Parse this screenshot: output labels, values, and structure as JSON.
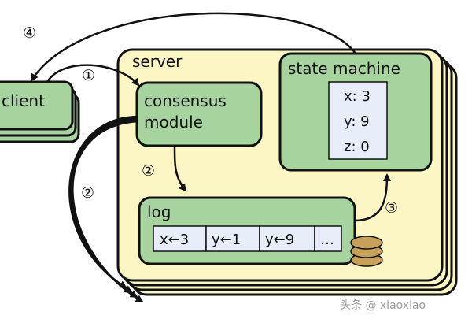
{
  "diagram": {
    "client_label": "client",
    "server_label": "server",
    "consensus_label_line1": "consensus",
    "consensus_label_line2": "module",
    "state_machine_label": "state machine",
    "state_values": [
      "x: 3",
      "y: 9",
      "z: 0"
    ],
    "log_label": "log",
    "log_entries": [
      "x←3",
      "y←1",
      "y←9",
      "…"
    ],
    "step_labels": [
      "①",
      "②",
      "③",
      "④"
    ],
    "watermark": "头条 @ xiaoxiao"
  },
  "colors": {
    "server_fill": "#fcf6c4",
    "module_fill": "#a7d39f",
    "inner_fill": "#e7eef9",
    "disk_fill": "#c7a05a",
    "stroke": "#111111"
  }
}
